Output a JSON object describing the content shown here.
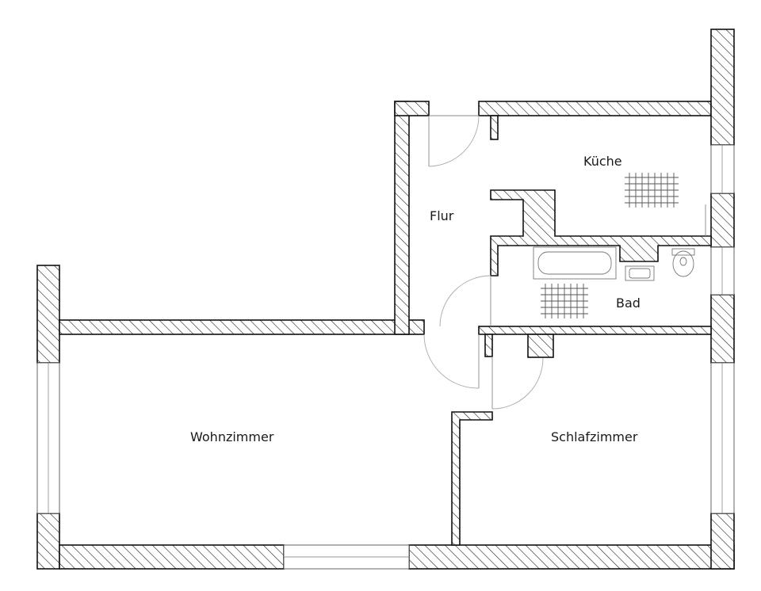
{
  "rooms": {
    "kitchen": "Küche",
    "hallway": "Flur",
    "bathroom": "Bad",
    "living_room": "Wohnzimmer",
    "bedroom": "Schlafzimmer"
  },
  "style": {
    "wall_stroke": "#111111",
    "hatch_color": "#222222",
    "background": "#ffffff"
  }
}
